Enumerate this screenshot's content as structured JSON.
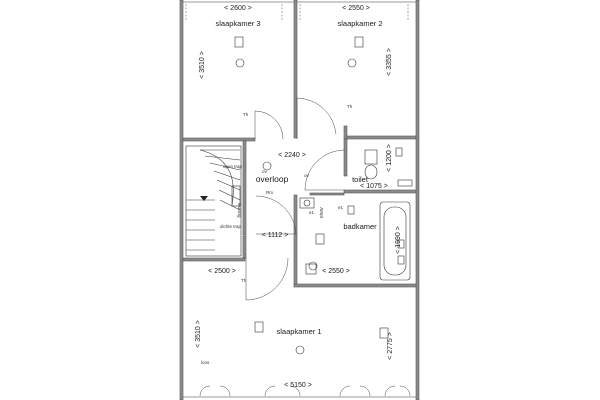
{
  "rooms": {
    "bedroom3": "slaapkamer 3",
    "bedroom2": "slaapkamer 2",
    "landing": "overloop",
    "toilet": "toilet",
    "bathroom": "badkamer",
    "bedroom1": "slaapkamer 1"
  },
  "dimensions": {
    "top_left_width": "< 2600 >",
    "top_right_width": "< 2550 >",
    "top_left_height": "< 3510 >",
    "top_right_height": "< 3355 >",
    "landing_width": "< 2240 >",
    "toilet_height": "< 1200 >",
    "toilet_width": "< 1075 >",
    "stair_width": "< 1112 >",
    "bath_height": "< 1990 >",
    "bath_width": "< 2550 >",
    "mid_left_width": "< 2500 >",
    "bottom_left_height": "< 3510 >",
    "bottom_right_height": "< 2775 >",
    "bottom_width": "< 5150 >"
  },
  "annotations": {
    "open_stair": "open trap",
    "closed_stair": "dichte trap",
    "handrail": "leuning",
    "thermostat": "Th",
    "thermostat_b": "Th",
    "thermostat_c": "Th",
    "smoke_detector": "Rm",
    "bedroom_switch": "loos",
    "bathroom_socket": "ElMV",
    "lighting_code": "ov",
    "lighting_code_b": "ov",
    "switch_code": "e1",
    "switch_code_b": "e1"
  },
  "colors": {
    "wall_fill": "#8c8c8c",
    "line": "#333333"
  }
}
